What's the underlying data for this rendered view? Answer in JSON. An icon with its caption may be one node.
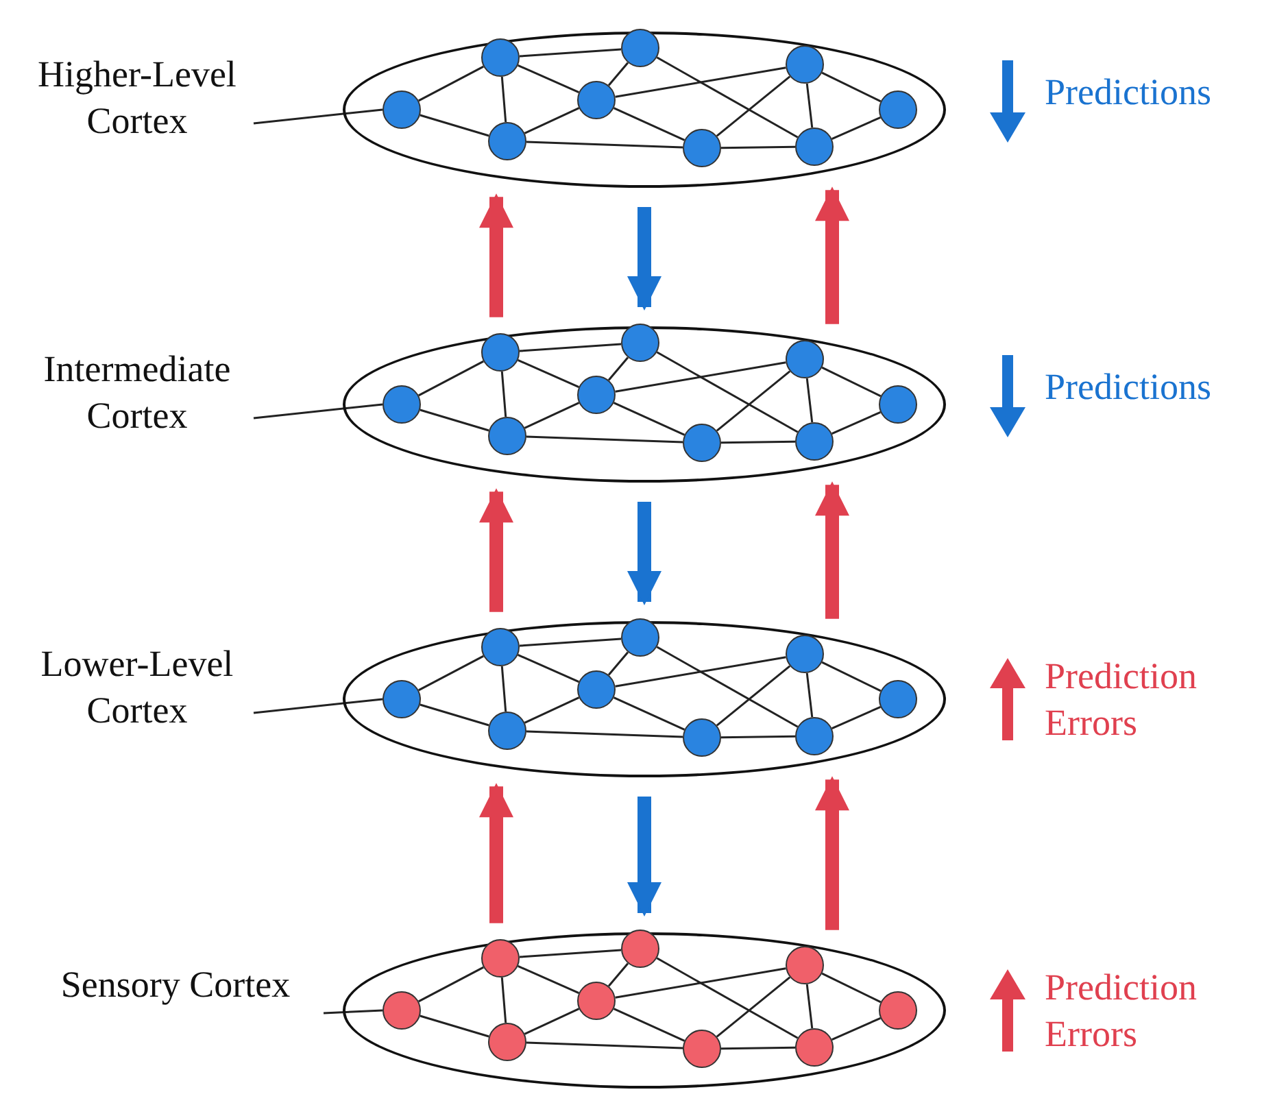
{
  "diagram": {
    "nodes": [
      {
        "text": [
          "Higher-Level Cortex"
        ]
      },
      {
        "text": [],
        "shape": "ellipse"
      },
      {
        "text": [],
        "shape": "circle",
        "in": 1
      },
      {
        "text": [],
        "shape": "circle",
        "in": 1
      },
      {
        "text": [],
        "shape": "circle",
        "in": 1
      },
      {
        "text": [],
        "shape": "circle",
        "in": 1
      },
      {
        "text": [],
        "shape": "circle",
        "in": 1
      },
      {
        "text": [],
        "shape": "circle",
        "in": 1
      },
      {
        "text": [],
        "shape": "circle",
        "in": 1
      },
      {
        "text": [],
        "shape": "circle",
        "in": 1
      },
      {
        "text": [],
        "shape": "circle",
        "in": 1
      },
      {
        "text": [
          "Intermediate Cortex"
        ]
      },
      {
        "text": [],
        "shape": "ellipse"
      },
      {
        "text": [],
        "shape": "circle",
        "in": 12
      },
      {
        "text": [],
        "shape": "circle",
        "in": 12
      },
      {
        "text": [],
        "shape": "circle",
        "in": 12
      },
      {
        "text": [],
        "shape": "circle",
        "in": 12
      },
      {
        "text": [],
        "shape": "circle",
        "in": 12
      },
      {
        "text": [],
        "shape": "circle",
        "in": 12
      },
      {
        "text": [],
        "shape": "circle",
        "in": 12
      },
      {
        "text": [],
        "shape": "circle",
        "in": 12
      },
      {
        "text": [],
        "shape": "circle",
        "in": 12
      },
      {
        "text": [
          "Lower-Level Cortex"
        ]
      },
      {
        "text": [],
        "shape": "ellipse"
      },
      {
        "text": [],
        "shape": "circle",
        "in": 23
      },
      {
        "text": [],
        "shape": "circle",
        "in": 23
      },
      {
        "text": [],
        "shape": "circle",
        "in": 23
      },
      {
        "text": [],
        "shape": "circle",
        "in": 23
      },
      {
        "text": [],
        "shape": "circle",
        "in": 23
      },
      {
        "text": [],
        "shape": "circle",
        "in": 23
      },
      {
        "text": [],
        "shape": "circle",
        "in": 23
      },
      {
        "text": [],
        "shape": "circle",
        "in": 23
      },
      {
        "text": [],
        "shape": "circle",
        "in": 23
      },
      {
        "text": [
          "Sensory Cortex"
        ]
      },
      {
        "text": [],
        "shape": "ellipse"
      },
      {
        "text": [],
        "shape": "circle",
        "in": 34
      },
      {
        "text": [],
        "shape": "circle",
        "in": 34
      },
      {
        "text": [],
        "shape": "circle",
        "in": 34
      },
      {
        "text": [],
        "shape": "circle",
        "in": 34
      },
      {
        "text": [],
        "shape": "circle",
        "in": 34
      },
      {
        "text": [],
        "shape": "circle",
        "in": 34
      },
      {
        "text": [],
        "shape": "circle",
        "in": 34
      },
      {
        "text": [],
        "shape": "circle",
        "in": 34
      },
      {
        "text": [],
        "shape": "circle",
        "in": 34
      }
    ],
    "edges": [
      {
        "from": 0,
        "to": 2,
        "arrow": "none"
      },
      {
        "from": 2,
        "to": 3,
        "arrow": "none"
      },
      {
        "from": 2,
        "to": 4,
        "arrow": "none"
      },
      {
        "from": 3,
        "to": 4,
        "arrow": "none"
      },
      {
        "from": 3,
        "to": 6,
        "arrow": "none"
      },
      {
        "from": 3,
        "to": 5,
        "arrow": "none"
      },
      {
        "from": 5,
        "to": 6,
        "arrow": "none"
      },
      {
        "from": 6,
        "to": 9,
        "arrow": "none"
      },
      {
        "from": 4,
        "to": 5,
        "arrow": "none"
      },
      {
        "from": 5,
        "to": 8,
        "arrow": "none"
      },
      {
        "from": 5,
        "to": 7,
        "arrow": "none"
      },
      {
        "from": 4,
        "to": 7,
        "arrow": "none"
      },
      {
        "from": 7,
        "to": 8,
        "arrow": "none"
      },
      {
        "from": 7,
        "to": 9,
        "arrow": "none"
      },
      {
        "from": 8,
        "to": 9,
        "arrow": "none"
      },
      {
        "from": 8,
        "to": 10,
        "arrow": "none"
      },
      {
        "from": 9,
        "to": 10,
        "arrow": "none"
      },
      {
        "from": 12,
        "to": 1,
        "arrow": "to",
        "style": "thick",
        "color": "#e0404f"
      },
      {
        "from": 1,
        "to": 12,
        "arrow": "to",
        "style": "thick",
        "color": "#1a73d0"
      },
      {
        "from": 12,
        "to": 1,
        "arrow": "to",
        "style": "thick",
        "color": "#e0404f"
      },
      {
        "from": 11,
        "to": 13,
        "arrow": "none"
      },
      {
        "from": 13,
        "to": 14,
        "arrow": "none"
      },
      {
        "from": 13,
        "to": 15,
        "arrow": "none"
      },
      {
        "from": 14,
        "to": 15,
        "arrow": "none"
      },
      {
        "from": 14,
        "to": 17,
        "arrow": "none"
      },
      {
        "from": 14,
        "to": 16,
        "arrow": "none"
      },
      {
        "from": 16,
        "to": 17,
        "arrow": "none"
      },
      {
        "from": 17,
        "to": 20,
        "arrow": "none"
      },
      {
        "from": 15,
        "to": 16,
        "arrow": "none"
      },
      {
        "from": 16,
        "to": 19,
        "arrow": "none"
      },
      {
        "from": 16,
        "to": 18,
        "arrow": "none"
      },
      {
        "from": 15,
        "to": 18,
        "arrow": "none"
      },
      {
        "from": 18,
        "to": 19,
        "arrow": "none"
      },
      {
        "from": 18,
        "to": 20,
        "arrow": "none"
      },
      {
        "from": 19,
        "to": 20,
        "arrow": "none"
      },
      {
        "from": 19,
        "to": 21,
        "arrow": "none"
      },
      {
        "from": 20,
        "to": 21,
        "arrow": "none"
      },
      {
        "from": 23,
        "to": 12,
        "arrow": "to",
        "style": "thick",
        "color": "#e0404f"
      },
      {
        "from": 12,
        "to": 23,
        "arrow": "to",
        "style": "thick",
        "color": "#1a73d0"
      },
      {
        "from": 23,
        "to": 12,
        "arrow": "to",
        "style": "thick",
        "color": "#e0404f"
      },
      {
        "from": 22,
        "to": 24,
        "arrow": "none"
      },
      {
        "from": 24,
        "to": 25,
        "arrow": "none"
      },
      {
        "from": 24,
        "to": 26,
        "arrow": "none"
      },
      {
        "from": 25,
        "to": 26,
        "arrow": "none"
      },
      {
        "from": 25,
        "to": 28,
        "arrow": "none"
      },
      {
        "from": 25,
        "to": 27,
        "arrow": "none"
      },
      {
        "from": 27,
        "to": 28,
        "arrow": "none"
      },
      {
        "from": 28,
        "to": 31,
        "arrow": "none"
      },
      {
        "from": 26,
        "to": 27,
        "arrow": "none"
      },
      {
        "from": 27,
        "to": 30,
        "arrow": "none"
      },
      {
        "from": 27,
        "to": 29,
        "arrow": "none"
      },
      {
        "from": 26,
        "to": 29,
        "arrow": "none"
      },
      {
        "from": 29,
        "to": 30,
        "arrow": "none"
      },
      {
        "from": 29,
        "to": 31,
        "arrow": "none"
      },
      {
        "from": 30,
        "to": 31,
        "arrow": "none"
      },
      {
        "from": 30,
        "to": 32,
        "arrow": "none"
      },
      {
        "from": 31,
        "to": 32,
        "arrow": "none"
      },
      {
        "from": 34,
        "to": 23,
        "arrow": "to",
        "style": "thick",
        "color": "#e0404f"
      },
      {
        "from": 23,
        "to": 34,
        "arrow": "to",
        "style": "thick",
        "color": "#1a73d0"
      },
      {
        "from": 34,
        "to": 23,
        "arrow": "to",
        "style": "thick",
        "color": "#e0404f"
      },
      {
        "from": 33,
        "to": 35,
        "arrow": "none"
      },
      {
        "from": 35,
        "to": 36,
        "arrow": "none"
      },
      {
        "from": 35,
        "to": 37,
        "arrow": "none"
      },
      {
        "from": 36,
        "to": 37,
        "arrow": "none"
      },
      {
        "from": 36,
        "to": 39,
        "arrow": "none"
      },
      {
        "from": 36,
        "to": 38,
        "arrow": "none"
      },
      {
        "from": 38,
        "to": 39,
        "arrow": "none"
      },
      {
        "from": 39,
        "to": 42,
        "arrow": "none"
      },
      {
        "from": 37,
        "to": 38,
        "arrow": "none"
      },
      {
        "from": 38,
        "to": 41,
        "arrow": "none"
      },
      {
        "from": 38,
        "to": 40,
        "arrow": "none"
      },
      {
        "from": 37,
        "to": 40,
        "arrow": "none"
      },
      {
        "from": 40,
        "to": 41,
        "arrow": "none"
      },
      {
        "from": 40,
        "to": 42,
        "arrow": "none"
      },
      {
        "from": 41,
        "to": 42,
        "arrow": "none"
      },
      {
        "from": 41,
        "to": 43,
        "arrow": "none"
      },
      {
        "from": 42,
        "to": 43,
        "arrow": "none"
      }
    ],
    "legend": [
      {
        "text": "Predictions",
        "color": "#1a73d0"
      },
      {
        "text": "Predictions",
        "color": "#1a73d0"
      },
      {
        "text": "Prediction Errors",
        "color": "#e0404f"
      },
      {
        "text": "Prediction Errors",
        "color": "#e0404f"
      }
    ]
  }
}
